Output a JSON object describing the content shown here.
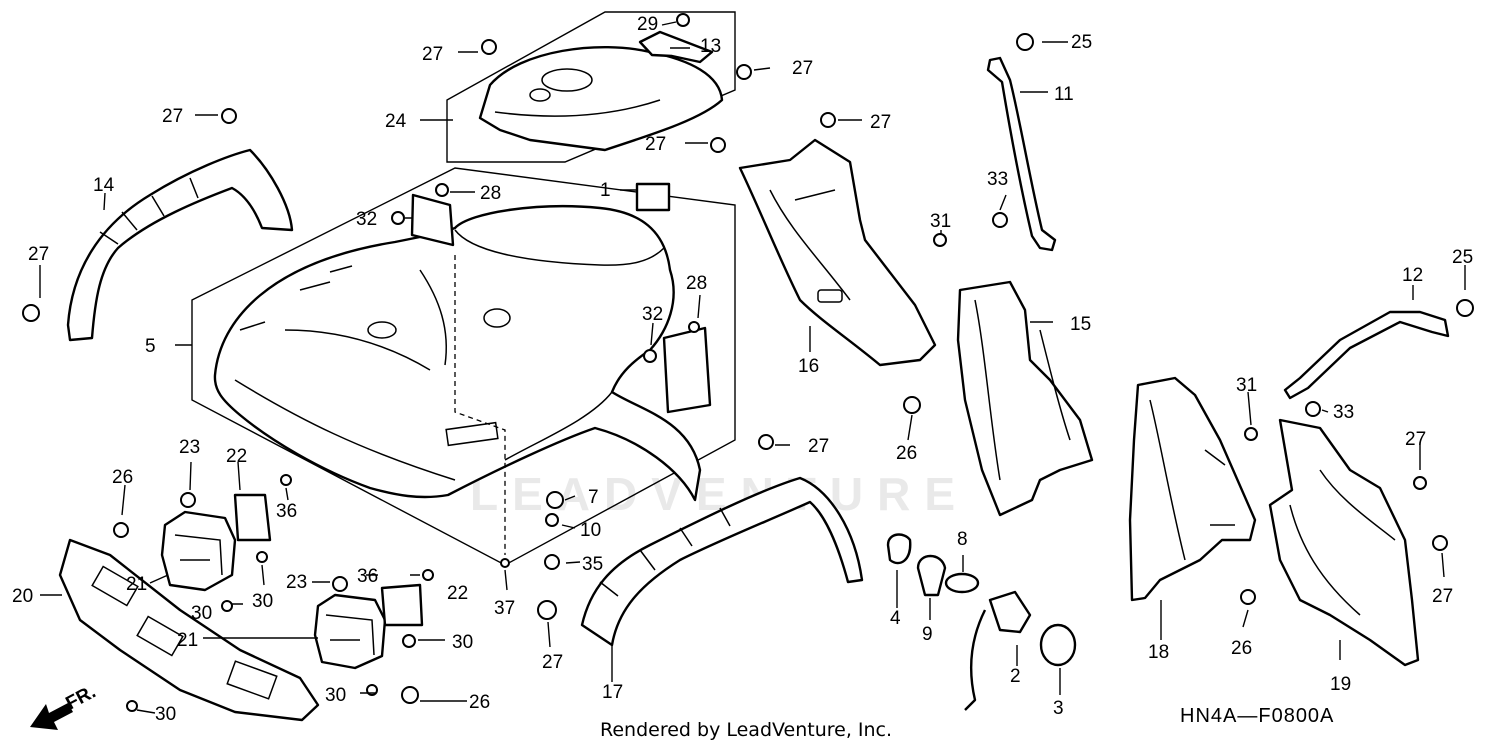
{
  "credit": "Rendered by LeadVenture, Inc.",
  "diagram_code": "HN4A—F0800A",
  "watermark": "LEADVENTURE",
  "direction_label": "FR.",
  "callouts": [
    "1",
    "2",
    "3",
    "4",
    "5",
    "7",
    "8",
    "9",
    "10",
    "11",
    "12",
    "13",
    "14",
    "15",
    "16",
    "17",
    "18",
    "19",
    "20",
    "21",
    "21",
    "22",
    "22",
    "23",
    "23",
    "24",
    "25",
    "25",
    "26",
    "26",
    "26",
    "26",
    "27",
    "27",
    "27",
    "27",
    "27",
    "27",
    "27",
    "27",
    "27",
    "27",
    "28",
    "28",
    "29",
    "30",
    "30",
    "30",
    "30",
    "30",
    "31",
    "31",
    "32",
    "32",
    "33",
    "33",
    "35",
    "36",
    "36",
    "37"
  ]
}
